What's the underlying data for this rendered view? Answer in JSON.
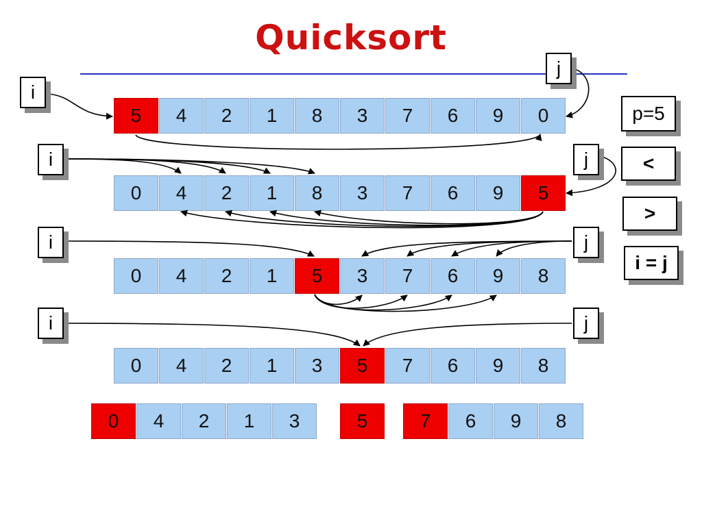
{
  "title": "Quicksort",
  "pivot_label": "p=5",
  "comparisons": [
    "<",
    ">",
    "i = j"
  ],
  "pointers": {
    "i": "i",
    "j": "j"
  },
  "rows": [
    {
      "values": [
        "5",
        "4",
        "2",
        "1",
        "8",
        "3",
        "7",
        "6",
        "9",
        "0"
      ],
      "pivots": [
        0
      ]
    },
    {
      "values": [
        "0",
        "4",
        "2",
        "1",
        "8",
        "3",
        "7",
        "6",
        "9",
        "5"
      ],
      "pivots": [
        9
      ]
    },
    {
      "values": [
        "0",
        "4",
        "2",
        "1",
        "5",
        "3",
        "7",
        "6",
        "9",
        "8"
      ],
      "pivots": [
        4
      ]
    },
    {
      "values": [
        "0",
        "4",
        "2",
        "1",
        "3",
        "5",
        "7",
        "6",
        "9",
        "8"
      ],
      "pivots": [
        5
      ]
    }
  ],
  "partitions": [
    {
      "values": [
        "0",
        "4",
        "2",
        "1",
        "3"
      ],
      "pivots": [
        0
      ]
    },
    {
      "values": [
        "5"
      ],
      "pivots": [
        0
      ]
    },
    {
      "values": [
        "7",
        "6",
        "9",
        "8"
      ],
      "pivots": [
        0
      ]
    }
  ],
  "colors": {
    "cell": "#a9cff2",
    "pivot": "#ee0000",
    "title": "#cc1111",
    "rule": "#2233bb"
  }
}
